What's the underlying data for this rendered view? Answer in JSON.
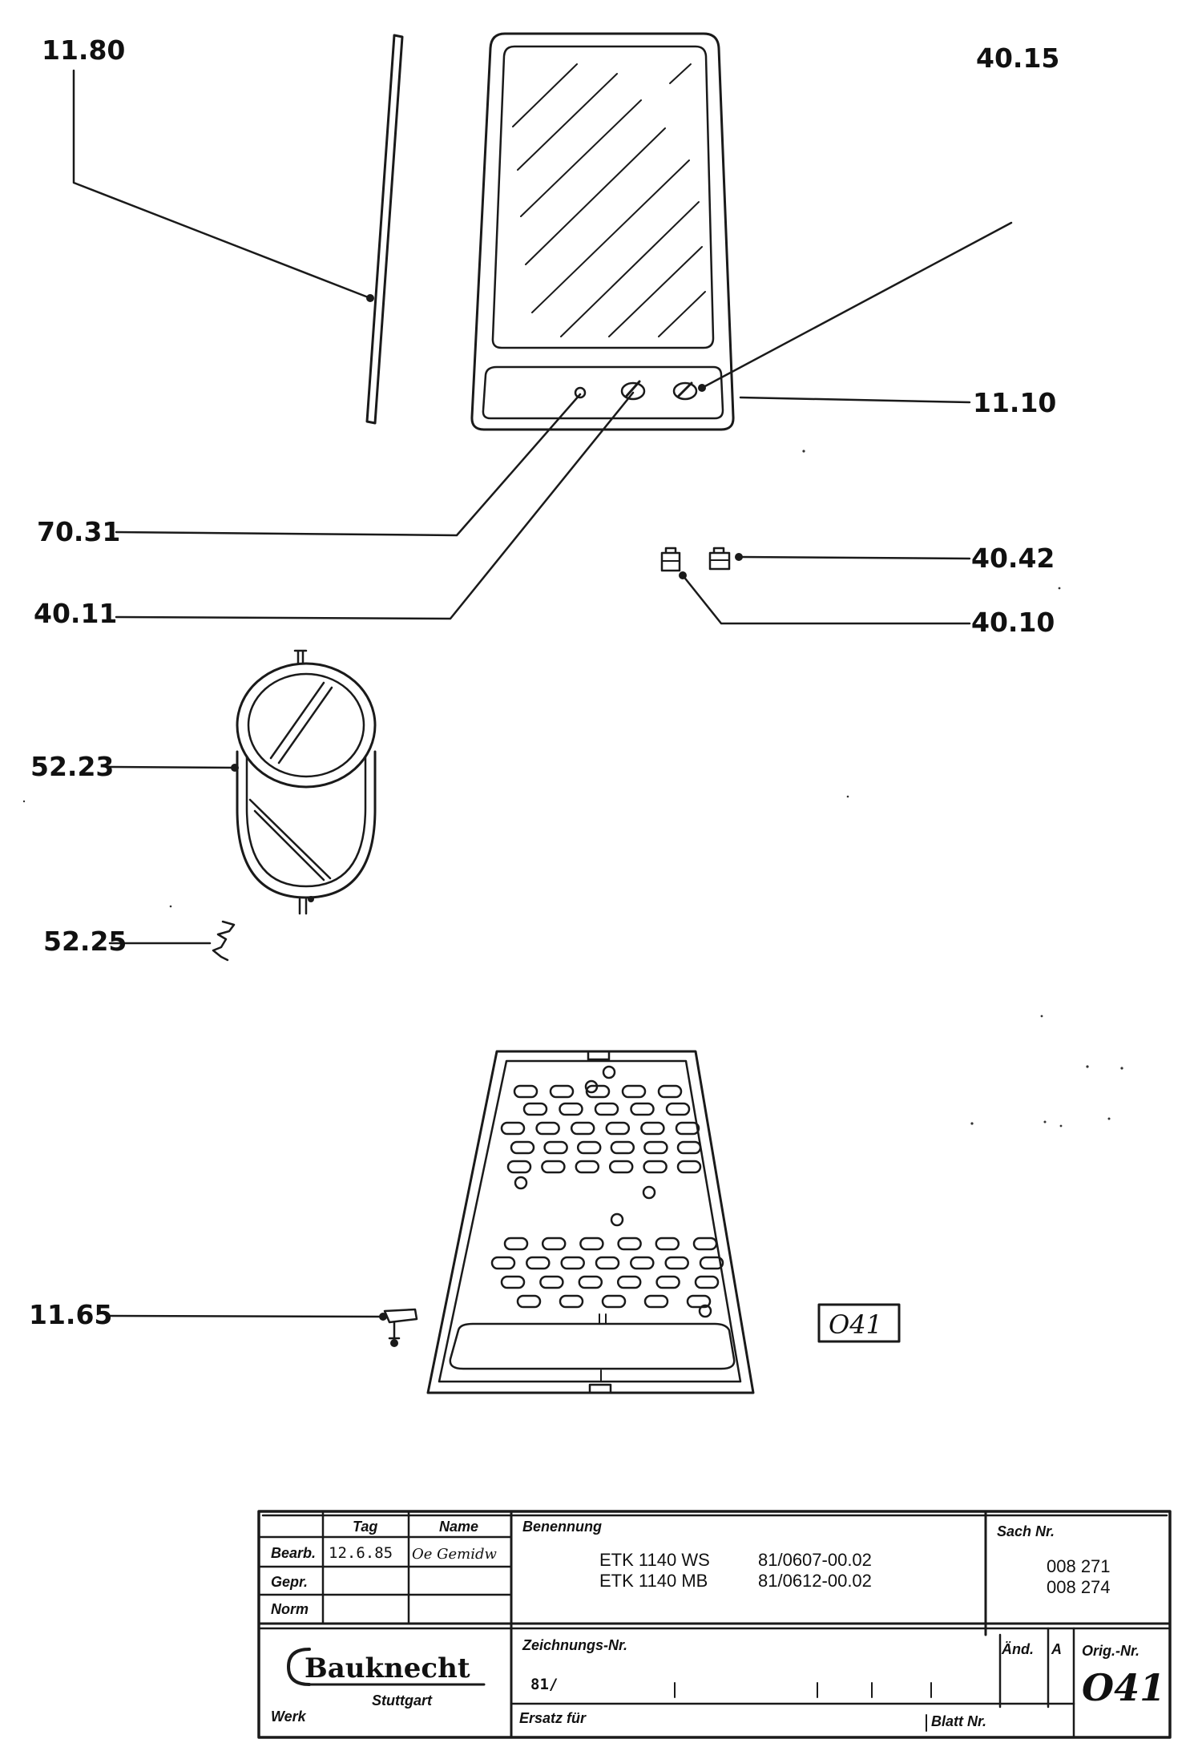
{
  "callouts": {
    "c1180": "11.80",
    "c4015": "40.15",
    "c1110": "11.10",
    "c7031": "70.31",
    "c4011": "40.11",
    "c4042": "40.42",
    "c4010": "40.10",
    "c5223": "52.23",
    "c5225": "52.25",
    "c1165": "11.65"
  },
  "boxed_label": "O41",
  "title_block": {
    "headers": {
      "tag": "Tag",
      "name": "Name",
      "benennung": "Benennung",
      "sach_nr": "Sach Nr."
    },
    "rows": {
      "bearb": "Bearb.",
      "gepr": "Gepr.",
      "norm": "Norm"
    },
    "bearb_date": "12.6.85",
    "bearb_name": "Oe Gemidw",
    "models": [
      {
        "model": "ETK 1140 WS",
        "code": "81/0607-00.02"
      },
      {
        "model": "ETK 1140 MB",
        "code": "81/0612-00.02"
      }
    ],
    "sach_numbers": [
      "008 271",
      "008 274"
    ],
    "logo": "Bauknecht",
    "logo_city": "Stuttgart",
    "werk": "Werk",
    "zeichnungs_nr_label": "Zeichnungs-Nr.",
    "zeichnungs_nr": "81/",
    "aend_label": "Änd.",
    "a_label": "A",
    "orig_nr_label": "Orig.-Nr.",
    "orig_nr": "O41",
    "ersatz_fuer": "Ersatz für",
    "blatt_nr": "Blatt Nr."
  }
}
